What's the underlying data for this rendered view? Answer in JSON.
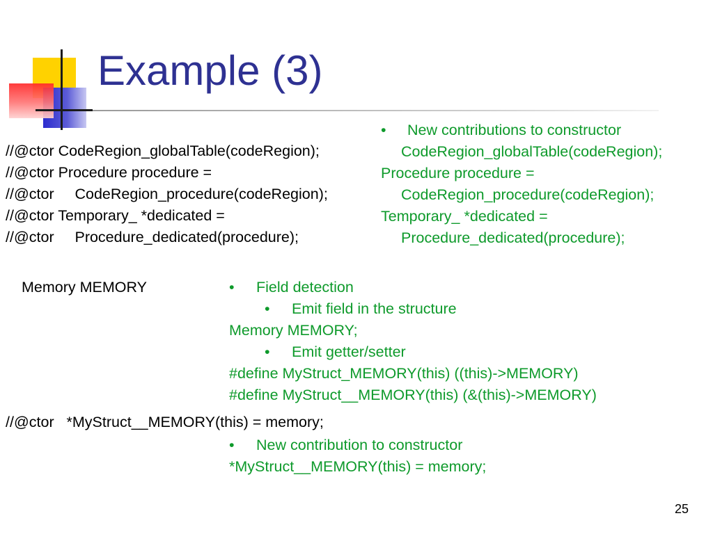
{
  "slide": {
    "title": "Example (3)",
    "page_number": "25",
    "left_code_block": [
      "//@ctor CodeRegion_globalTable(codeRegion);",
      "//@ctor Procedure procedure =",
      "//@ctor     CodeRegion_procedure(codeRegion);",
      "//@ctor Temporary_ *dedicated =",
      "//@ctor     Procedure_dedicated(procedure);"
    ],
    "right_note_1": {
      "bullet": "•",
      "lines": [
        "New contributions to constructor",
        "CodeRegion_globalTable(codeRegion);",
        "Procedure procedure =",
        "CodeRegion_procedure(codeRegion);",
        "Temporary_ *dedicated =",
        "Procedure_dedicated(procedure);"
      ]
    },
    "field_label": "Memory MEMORY",
    "field_notes": {
      "bullet": "•",
      "heading": "Field detection",
      "sub1": "Emit field in the structure",
      "sub1_code": "Memory MEMORY;",
      "sub2": "Emit getter/setter",
      "sub2_code": [
        "#define MyStruct_MEMORY(this) ((this)->MEMORY)",
        "#define MyStruct__MEMORY(this) (&(this)->MEMORY)"
      ]
    },
    "ctor_line": "//@ctor   *MyStruct__MEMORY(this) = memory;",
    "ctor_note": {
      "bullet": "•",
      "heading": "New contribution to constructor",
      "code": "*MyStruct__MEMORY(this) = memory;"
    },
    "colors": {
      "title": "#2e3192",
      "note_text": "#0e9a2b",
      "code_text": "#000000"
    }
  }
}
